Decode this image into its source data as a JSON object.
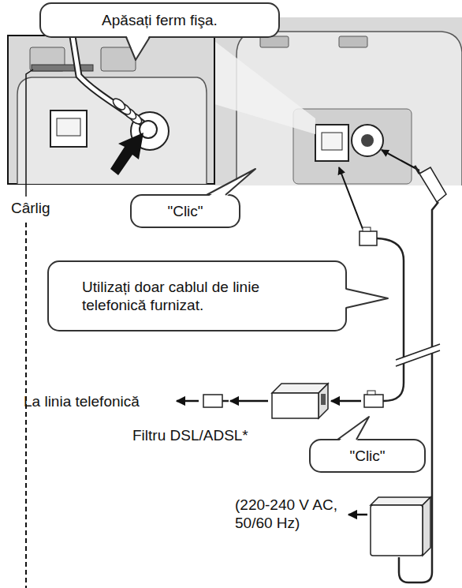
{
  "diagram": {
    "nodes": [
      {
        "text": [
          "Apăsați ferm fişa."
        ]
      },
      {
        "text": [
          "\"Clic\""
        ]
      },
      {
        "text": [
          "Utilizați doar cablul de linie telefonică furnizat."
        ]
      },
      {
        "text": [
          "\"Clic\""
        ]
      }
    ],
    "labels": [
      "Cârlig",
      "La linia telefonică",
      "Filtru DSL/ADSL*",
      "(220-240 V AC, 50/60 Hz)"
    ]
  }
}
